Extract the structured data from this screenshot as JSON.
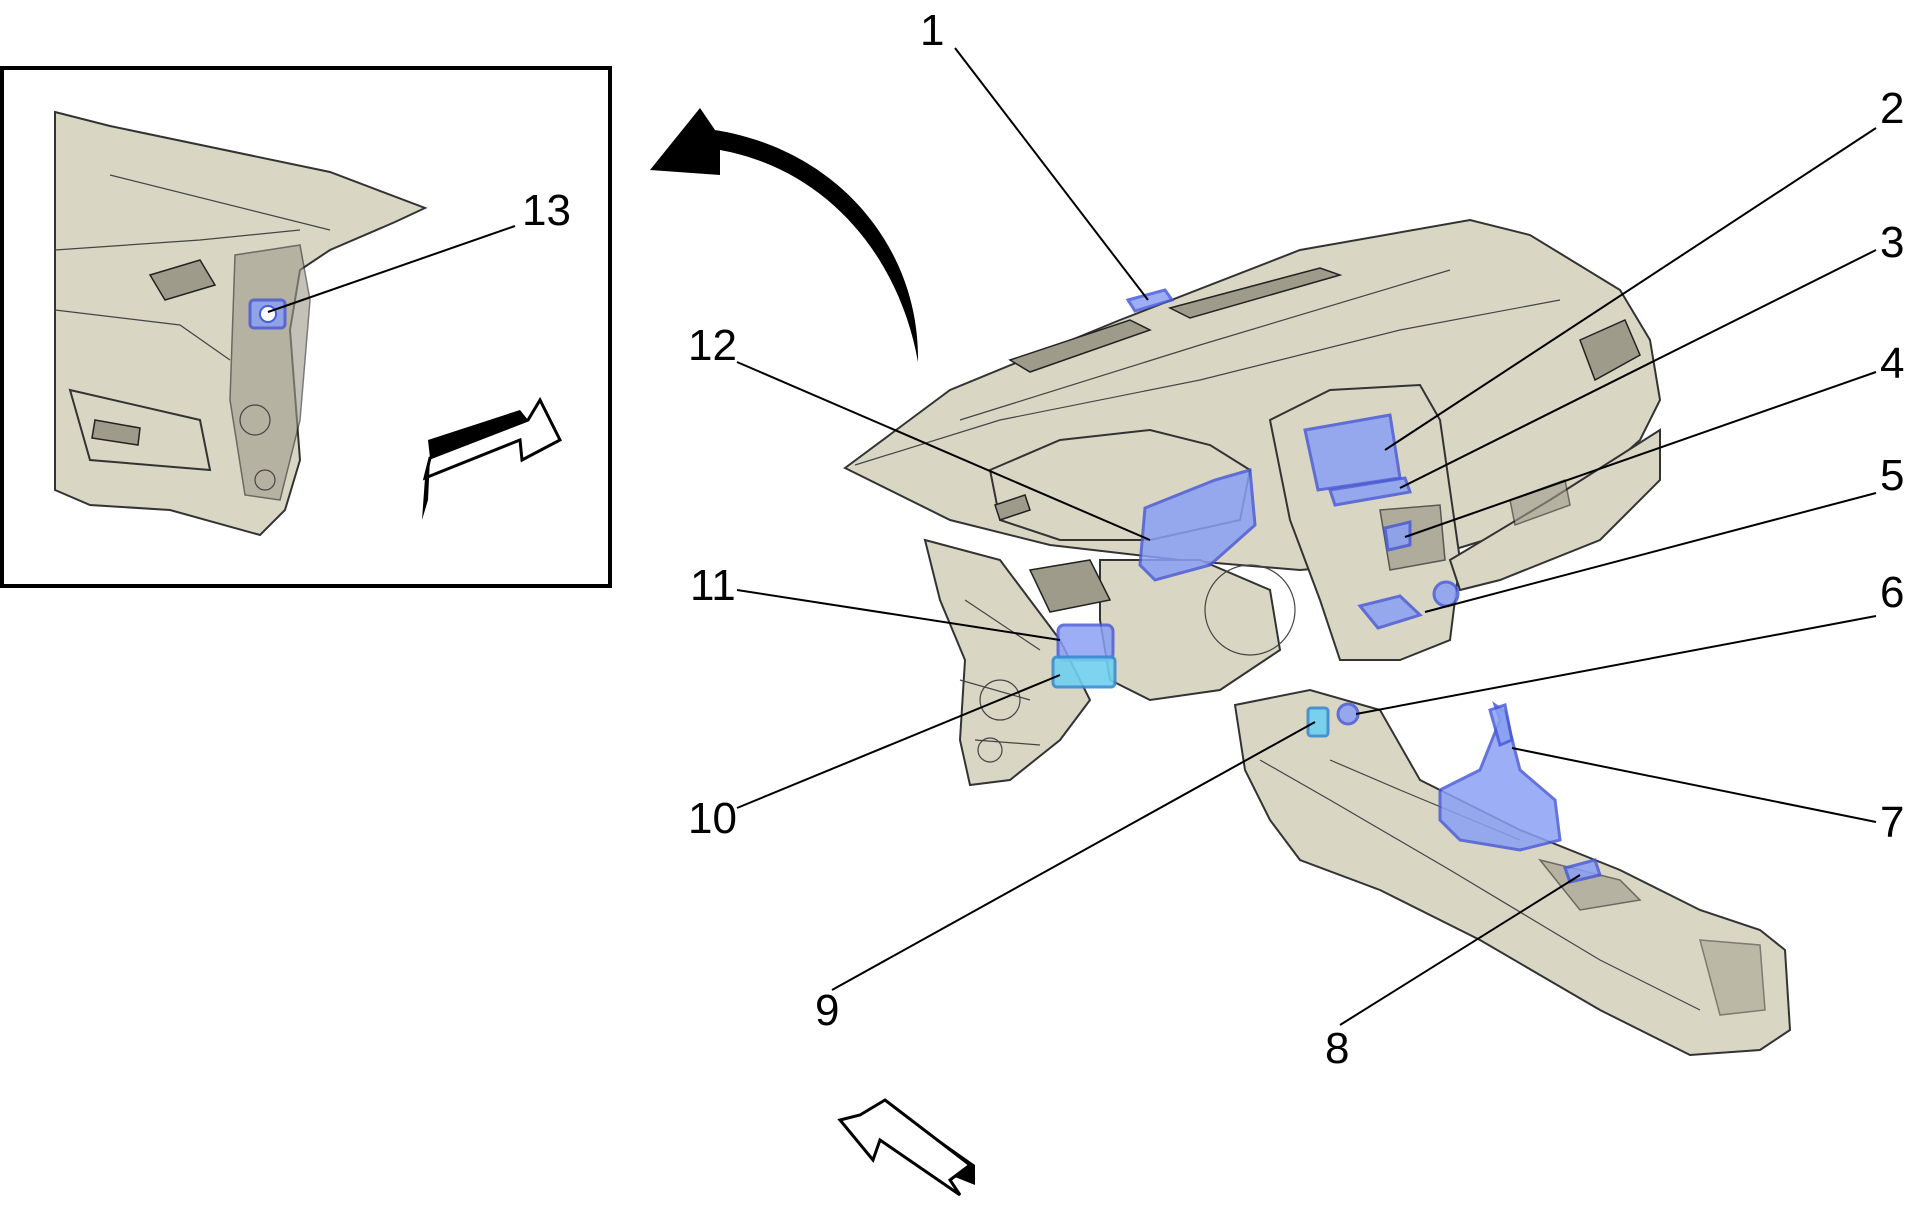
{
  "diagram": {
    "callouts": [
      {
        "id": "c1",
        "label": "1"
      },
      {
        "id": "c2",
        "label": "2"
      },
      {
        "id": "c3",
        "label": "3"
      },
      {
        "id": "c4",
        "label": "4"
      },
      {
        "id": "c5",
        "label": "5"
      },
      {
        "id": "c6",
        "label": "6"
      },
      {
        "id": "c7",
        "label": "7"
      },
      {
        "id": "c8",
        "label": "8"
      },
      {
        "id": "c9",
        "label": "9"
      },
      {
        "id": "c10",
        "label": "10"
      },
      {
        "id": "c11",
        "label": "11"
      },
      {
        "id": "c12",
        "label": "12"
      },
      {
        "id": "c13",
        "label": "13"
      }
    ],
    "colors": {
      "component_highlight": "#8aa0f5",
      "switch_highlight": "#6fd0f0",
      "body": "#d9d6c4",
      "line": "#000000"
    }
  }
}
